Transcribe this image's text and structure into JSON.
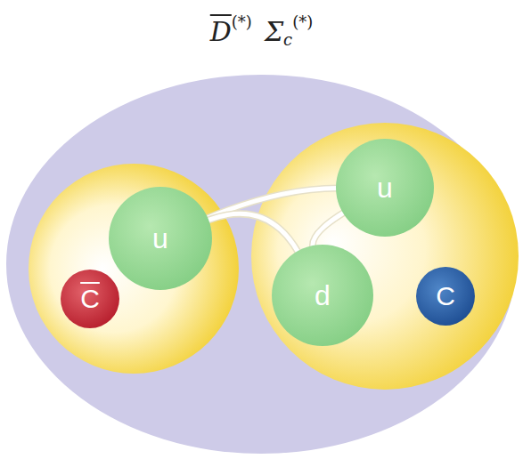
{
  "diagram": {
    "nodes": [
      {
        "text": [
          "u"
        ]
      },
      {
        "text": [
          "C"
        ]
      },
      {
        "text": [
          "u"
        ]
      },
      {
        "text": [
          "d"
        ]
      },
      {
        "text": [
          "C"
        ]
      }
    ],
    "edges": [
      {
        "from": 0,
        "to": 2,
        "arrow": "none"
      },
      {
        "from": 0,
        "to": 3,
        "arrow": "none"
      },
      {
        "from": 2,
        "to": 3,
        "arrow": "none"
      }
    ],
    "labels": [
      "D",
      "(*)",
      "Σ",
      "c",
      "(*)"
    ]
  }
}
